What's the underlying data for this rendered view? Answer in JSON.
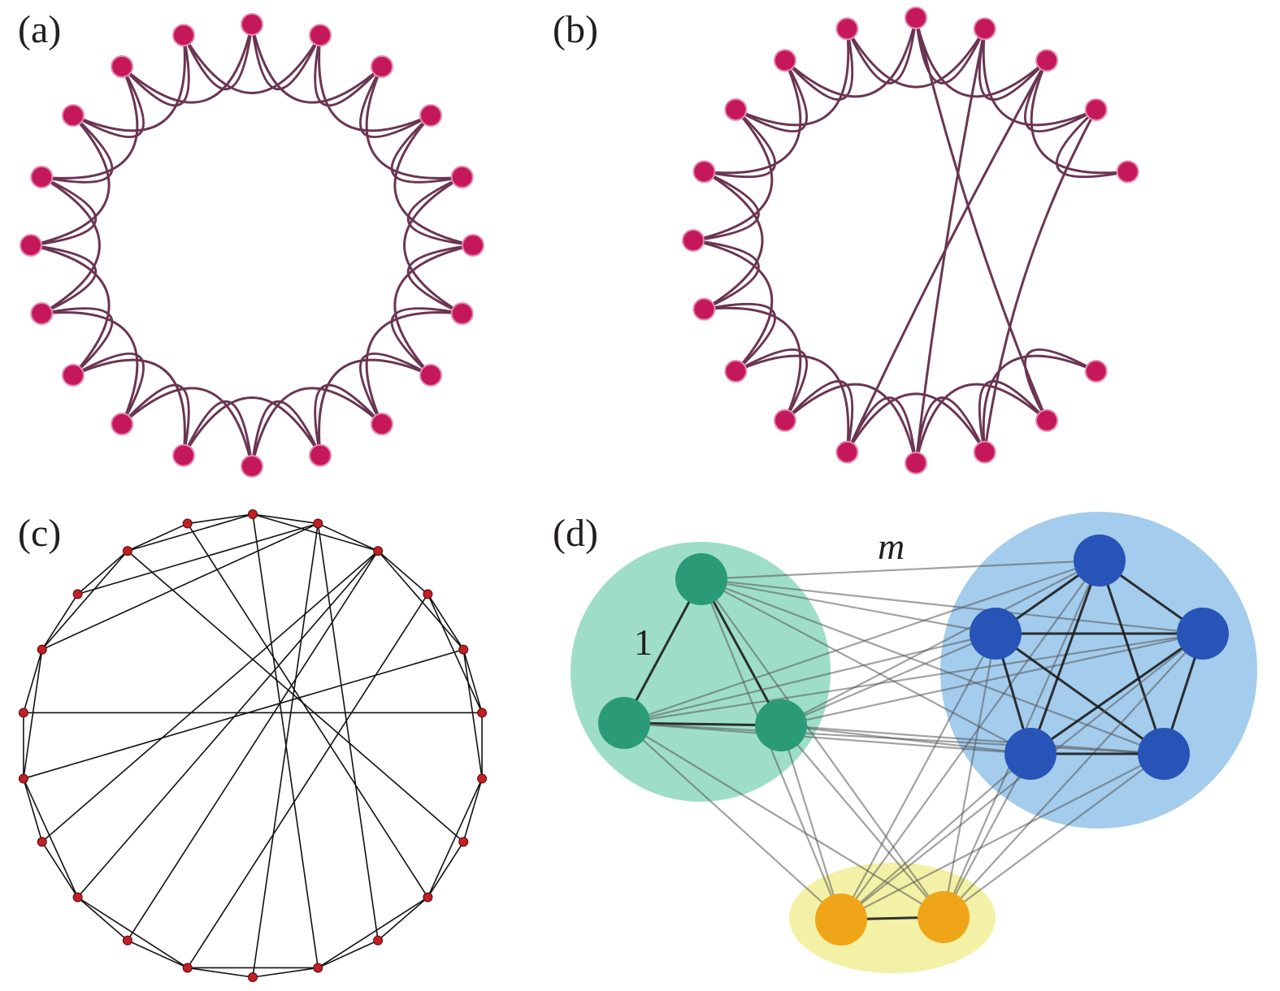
{
  "panels": [
    {
      "id": "a",
      "label": "(a)",
      "kind": "regular-ring",
      "node_count": 20,
      "neighbors": 2,
      "removed_nodes": [],
      "rewired_edges": []
    },
    {
      "id": "b",
      "label": "(b)",
      "kind": "rewired-ring",
      "node_count": 20,
      "neighbors": 2,
      "removed_nodes": [
        5,
        6
      ],
      "rewired_edges": [
        [
          8,
          0
        ],
        [
          10,
          1
        ],
        [
          11,
          2
        ],
        [
          9,
          3
        ]
      ]
    },
    {
      "id": "c",
      "label": "(c)",
      "kind": "random-ring",
      "node_count": 22,
      "edges": [
        [
          0,
          1
        ],
        [
          1,
          2
        ],
        [
          2,
          3
        ],
        [
          3,
          4
        ],
        [
          4,
          5
        ],
        [
          5,
          6
        ],
        [
          6,
          7
        ],
        [
          7,
          8
        ],
        [
          8,
          9
        ],
        [
          9,
          10
        ],
        [
          10,
          11
        ],
        [
          11,
          12
        ],
        [
          12,
          13
        ],
        [
          13,
          14
        ],
        [
          14,
          15
        ],
        [
          15,
          16
        ],
        [
          16,
          17
        ],
        [
          17,
          18
        ],
        [
          18,
          19
        ],
        [
          19,
          20
        ],
        [
          20,
          21
        ],
        [
          21,
          0
        ],
        [
          0,
          2
        ],
        [
          2,
          4
        ],
        [
          4,
          6
        ],
        [
          6,
          8
        ],
        [
          8,
          10
        ],
        [
          10,
          12
        ],
        [
          12,
          14
        ],
        [
          14,
          16
        ],
        [
          16,
          18
        ],
        [
          18,
          20
        ],
        [
          20,
          0
        ],
        [
          3,
          5
        ],
        [
          17,
          5
        ],
        [
          15,
          2
        ],
        [
          13,
          2
        ],
        [
          14,
          2
        ],
        [
          12,
          3
        ],
        [
          11,
          1
        ],
        [
          9,
          1
        ],
        [
          10,
          0
        ],
        [
          19,
          1
        ],
        [
          18,
          1
        ],
        [
          16,
          4
        ],
        [
          8,
          21
        ],
        [
          7,
          20
        ]
      ]
    },
    {
      "id": "d",
      "label": "(d)",
      "kind": "community-graph",
      "annotations": [
        {
          "id": "intra",
          "text": "1",
          "italic": false
        },
        {
          "id": "inter",
          "text": "m",
          "italic": true
        }
      ],
      "communities": [
        {
          "color": "#2a9b76",
          "halo": "#8dd8c0",
          "size": 3
        },
        {
          "color": "#2854b8",
          "halo": "#93c3ea",
          "size": 5
        },
        {
          "color": "#f0a519",
          "halo": "#f0ef96",
          "size": 2
        }
      ]
    }
  ],
  "colors": {
    "ring_node": "#c4185a",
    "ring_edge": "#6b3552",
    "random_node": "#c11f26",
    "random_edge": "#111111",
    "inter_edge": "#555555"
  }
}
